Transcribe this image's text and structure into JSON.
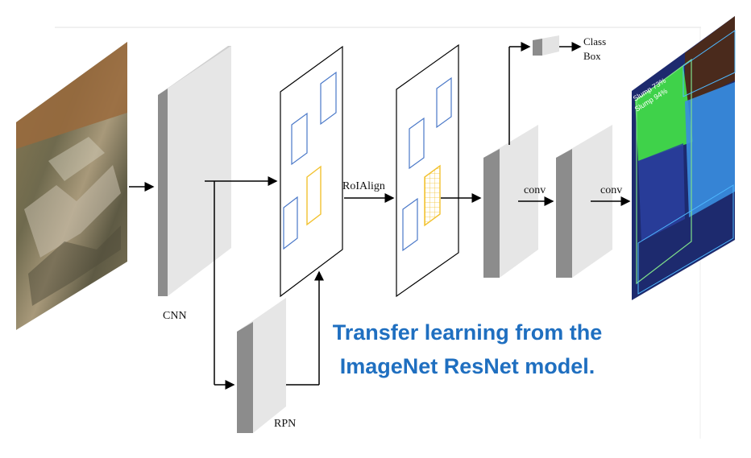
{
  "labels": {
    "cnn": "CNN",
    "rpn": "RPN",
    "roialign": "RoIAlign",
    "conv1": "conv",
    "conv2": "conv",
    "class": "Class",
    "box": "Box"
  },
  "output_overlay": {
    "label1": "Slump 73%",
    "label2": "Slump 94%"
  },
  "caption": {
    "line1": "Transfer learning from the",
    "line2": "ImageNet ResNet model."
  },
  "colors": {
    "roi_blue": "#4a78c8",
    "roi_yellow": "#f2c230",
    "caption_blue": "#1f6fc0",
    "block_front": "#8c8c8c",
    "block_side": "#e3e3e3"
  }
}
